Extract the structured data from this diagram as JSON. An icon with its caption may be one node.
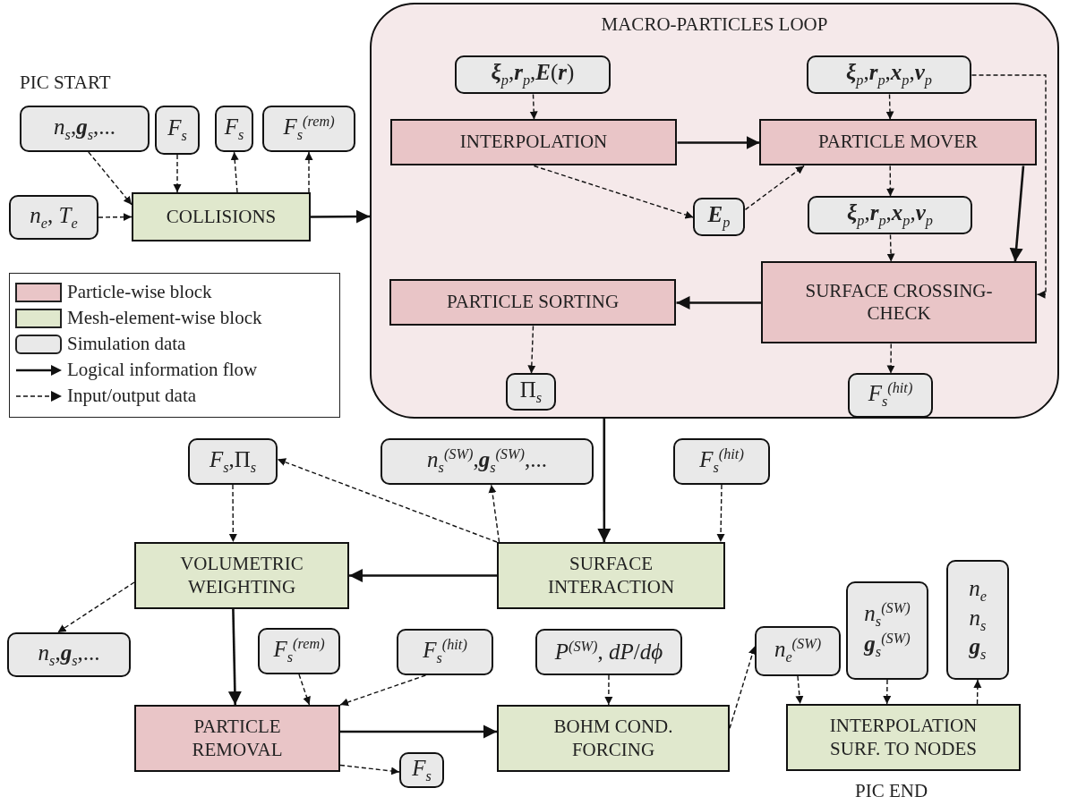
{
  "diagram": {
    "nodes": [
      {
        "text": [
          "*n*$_{s}$,**g**$_{s}$,..."
        ]
      },
      {
        "text": [
          "*F*$_{s}$"
        ]
      },
      {
        "text": [
          "*F*$_{s}$"
        ]
      },
      {
        "text": [
          "*F*$_{s}$$^{(rem)}$"
        ]
      },
      {
        "text": [
          "*n*$_{e}$, *T*$_{e}$"
        ]
      },
      {
        "text": [
          "COLLISIONS"
        ]
      },
      {
        "text": [
          "MACRO-PARTICLES LOOP"
        ]
      },
      {
        "text": [
          "**ξ**$_{p}$,**r**$_{p}$,**E**(**r**)"
        ],
        "in": 6
      },
      {
        "text": [
          "**ξ**$_{p}$,**r**$_{p}$,**x**$_{p}$,**v**$_{p}$"
        ],
        "in": 6
      },
      {
        "text": [
          "INTERPOLATION"
        ],
        "in": 6
      },
      {
        "text": [
          "PARTICLE MOVER"
        ],
        "in": 6
      },
      {
        "text": [
          "**E**$_{p}$"
        ],
        "in": 6
      },
      {
        "text": [
          "**ξ**$_{p}$,**r**$_{p}$,**x**$_{p}$,**v**$_{p}$"
        ],
        "in": 6
      },
      {
        "text": [
          "PARTICLE SORTING"
        ],
        "in": 6
      },
      {
        "text": [
          "SURFACE CROSSING-CHECK"
        ],
        "in": 6
      },
      {
        "text": [
          "Π$_{s}$"
        ],
        "in": 6
      },
      {
        "text": [
          "*F*$_{s}$$^{(hit)}$"
        ],
        "in": 6
      },
      {
        "text": [
          "*F*$_{s}$,Π$_{s}$"
        ]
      },
      {
        "text": [
          "*n*$_{s}$$^{(SW)}$,**g**$_{s}$$^{(SW)}$,..."
        ]
      },
      {
        "text": [
          "*F*$_{s}$$^{(hit)}$"
        ]
      },
      {
        "text": [
          "VOLUMETRIC WEIGHTING"
        ]
      },
      {
        "text": [
          "SURFACE INTERACTION"
        ]
      },
      {
        "text": [
          "*n*$_{s}$,**g**$_{s}$,..."
        ]
      },
      {
        "text": [
          "*F*$_{s}$$^{(rem)}$"
        ]
      },
      {
        "text": [
          "*F*$_{s}$$^{(hit)}$"
        ]
      },
      {
        "text": [
          "*P*$^{(SW)}$, *dP*/*dϕ*"
        ]
      },
      {
        "text": [
          "*n*$_{e}$$^{(SW)}$"
        ]
      },
      {
        "text": [
          "*n*$_{s}$$^{(SW)}$",
          "**g**$_{s}$$^{(SW)}$"
        ]
      },
      {
        "text": [
          "*n*$_{e}$",
          "*n*$_{s}$",
          "**g**$_{s}$"
        ]
      },
      {
        "text": [
          "PARTICLE REMOVAL"
        ]
      },
      {
        "text": [
          "BOHM COND. FORCING"
        ]
      },
      {
        "text": [
          "INTERPOLATION SURF. TO NODES"
        ]
      },
      {
        "text": [
          "*F*$_{s}$"
        ]
      }
    ],
    "edges": [
      {
        "from": 0,
        "to": 5,
        "arrow": "to",
        "style": "dashed"
      },
      {
        "from": 1,
        "to": 5,
        "arrow": "to",
        "style": "dashed"
      },
      {
        "from": 5,
        "to": 2,
        "arrow": "to",
        "style": "dashed"
      },
      {
        "from": 5,
        "to": 3,
        "arrow": "to",
        "style": "dashed"
      },
      {
        "from": 4,
        "to": 5,
        "arrow": "to",
        "style": "dashed"
      },
      {
        "from": 5,
        "to": 6,
        "arrow": "to"
      },
      {
        "from": 7,
        "to": 9,
        "arrow": "to",
        "style": "dashed"
      },
      {
        "from": 8,
        "to": 10,
        "arrow": "to",
        "style": "dashed"
      },
      {
        "from": 9,
        "to": 10,
        "arrow": "to"
      },
      {
        "from": 9,
        "to": 11,
        "arrow": "to",
        "style": "dashed"
      },
      {
        "from": 11,
        "to": 10,
        "arrow": "to",
        "style": "dashed"
      },
      {
        "from": 10,
        "to": 12,
        "arrow": "to",
        "style": "dashed"
      },
      {
        "from": 12,
        "to": 14,
        "arrow": "to",
        "style": "dashed"
      },
      {
        "from": 10,
        "to": 14,
        "arrow": "to"
      },
      {
        "from": 8,
        "to": 14,
        "arrow": "to",
        "style": "dashed"
      },
      {
        "from": 14,
        "to": 13,
        "arrow": "to"
      },
      {
        "from": 13,
        "to": 15,
        "arrow": "to",
        "style": "dashed"
      },
      {
        "from": 14,
        "to": 16,
        "arrow": "to",
        "style": "dashed"
      },
      {
        "from": 6,
        "to": 21,
        "arrow": "to"
      },
      {
        "from": 21,
        "to": 17,
        "arrow": "to",
        "style": "dashed"
      },
      {
        "from": 21,
        "to": 18,
        "arrow": "to",
        "style": "dashed"
      },
      {
        "from": 19,
        "to": 21,
        "arrow": "to",
        "style": "dashed"
      },
      {
        "from": 17,
        "to": 20,
        "arrow": "to",
        "style": "dashed"
      },
      {
        "from": 21,
        "to": 20,
        "arrow": "to"
      },
      {
        "from": 20,
        "to": 22,
        "arrow": "to",
        "style": "dashed"
      },
      {
        "from": 20,
        "to": 29,
        "arrow": "to"
      },
      {
        "from": 23,
        "to": 29,
        "arrow": "to",
        "style": "dashed"
      },
      {
        "from": 24,
        "to": 29,
        "arrow": "to",
        "style": "dashed"
      },
      {
        "from": 29,
        "to": 30,
        "arrow": "to"
      },
      {
        "from": 29,
        "to": 32,
        "arrow": "to",
        "style": "dashed"
      },
      {
        "from": 25,
        "to": 30,
        "arrow": "to",
        "style": "dashed"
      },
      {
        "from": 30,
        "to": 26,
        "arrow": "to",
        "style": "dashed"
      },
      {
        "from": 26,
        "to": 31,
        "arrow": "to",
        "style": "dashed"
      },
      {
        "from": 27,
        "to": 31,
        "arrow": "to",
        "style": "dashed"
      },
      {
        "from": 31,
        "to": 28,
        "arrow": "to",
        "style": "dashed"
      }
    ],
    "labels": [
      "PIC START",
      "PIC END"
    ],
    "legend": [
      {
        "text": "Particle-wise block",
        "color": "#e9c5c7"
      },
      {
        "text": "Mesh-element-wise block",
        "color": "#e0e8cd"
      },
      {
        "text": "Simulation data",
        "color": "#e9e9e9"
      },
      {
        "text": "Logical information flow"
      },
      {
        "text": "Input/output data"
      }
    ]
  }
}
